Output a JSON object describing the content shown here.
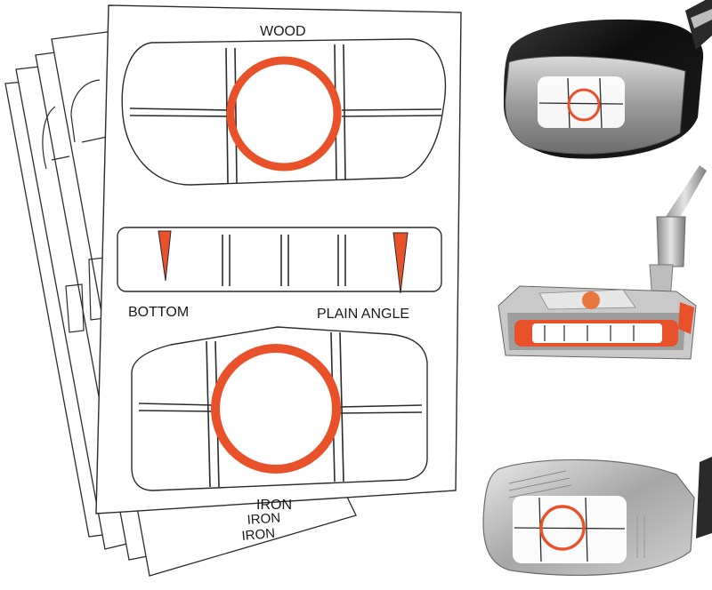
{
  "labels": {
    "wood": "WOOD",
    "bottom": "BOTTOM",
    "plain_angle": "PLAIN ANGLE",
    "iron": "IRON",
    "iron_back1": "IRON",
    "iron_back2": "IRON"
  },
  "colors": {
    "accent": "#e8512a",
    "sheet_border": "#2b2b2b",
    "background": "#ffffff"
  },
  "icons": {
    "wood_club": "wood-driver-head-icon",
    "putter_club": "putter-head-icon",
    "iron_club": "iron-head-icon"
  }
}
